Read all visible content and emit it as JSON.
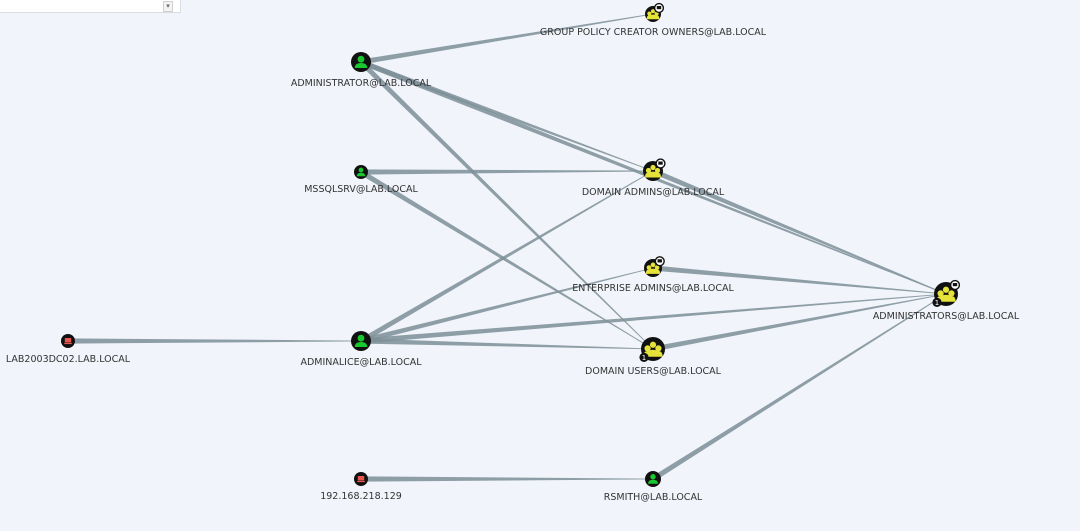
{
  "search": {
    "toggle_icon": "chevron-down-icon"
  },
  "colors": {
    "background": "#f1f4fa",
    "edge": "#7d8e97",
    "user": "#19c82f",
    "group": "#e5e23a",
    "computer": "#e8564f",
    "outline": "#111111"
  },
  "nodes": [
    {
      "id": "gpco",
      "label": "GROUP POLICY CREATOR OWNERS@LAB.LOCAL",
      "type": "group",
      "badge": "tag"
    },
    {
      "id": "admin",
      "label": "ADMINISTRATOR@LAB.LOCAL",
      "type": "user"
    },
    {
      "id": "mssql",
      "label": "MSSQLSRV@LAB.LOCAL",
      "type": "user"
    },
    {
      "id": "domadmins",
      "label": "DOMAIN ADMINS@LAB.LOCAL",
      "type": "group",
      "badge": "tag"
    },
    {
      "id": "entadmins",
      "label": "ENTERPRISE ADMINS@LAB.LOCAL",
      "type": "group",
      "badge": "tag"
    },
    {
      "id": "administrators",
      "label": "ADMINISTRATORS@LAB.LOCAL",
      "type": "group",
      "badge": "tag",
      "count_badge": "1"
    },
    {
      "id": "dc02",
      "label": "LAB2003DC02.LAB.LOCAL",
      "type": "computer"
    },
    {
      "id": "alice",
      "label": "ADMINALICE@LAB.LOCAL",
      "type": "user"
    },
    {
      "id": "domusers",
      "label": "DOMAIN USERS@LAB.LOCAL",
      "type": "group",
      "count_badge": "1"
    },
    {
      "id": "ip",
      "label": "192.168.218.129",
      "type": "computer"
    },
    {
      "id": "rsmith",
      "label": "RSMITH@LAB.LOCAL",
      "type": "user"
    }
  ],
  "edges": [
    {
      "from": "admin",
      "to": "gpco"
    },
    {
      "from": "admin",
      "to": "domadmins"
    },
    {
      "from": "admin",
      "to": "administrators"
    },
    {
      "from": "admin",
      "to": "domusers"
    },
    {
      "from": "mssql",
      "to": "domadmins"
    },
    {
      "from": "mssql",
      "to": "domusers"
    },
    {
      "from": "domadmins",
      "to": "administrators"
    },
    {
      "from": "entadmins",
      "to": "administrators"
    },
    {
      "from": "domusers",
      "to": "administrators"
    },
    {
      "from": "dc02",
      "to": "alice"
    },
    {
      "from": "alice",
      "to": "domadmins"
    },
    {
      "from": "alice",
      "to": "entadmins"
    },
    {
      "from": "alice",
      "to": "administrators"
    },
    {
      "from": "alice",
      "to": "domusers"
    },
    {
      "from": "ip",
      "to": "rsmith"
    },
    {
      "from": "rsmith",
      "to": "administrators"
    }
  ]
}
